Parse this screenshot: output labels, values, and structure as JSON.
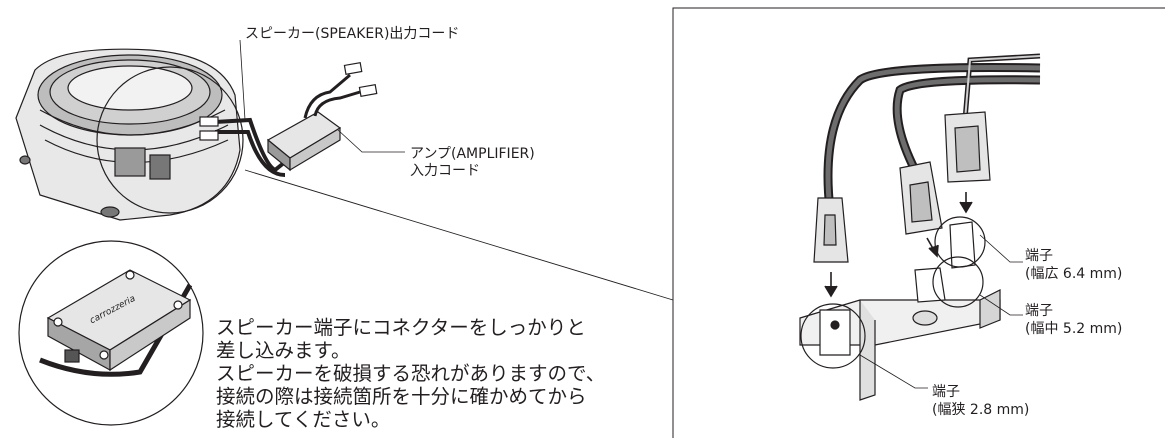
{
  "left_panel": {
    "speaker_output_label": "スピーカー(SPEAKER)出力コード",
    "amp_input_label": [
      "アンプ(AMPLIFIER)",
      "入力コード"
    ],
    "network_brand": "carrozzeria",
    "instruction": [
      "スピーカー端子にコネクターをしっかりと",
      "差し込みます。",
      "スピーカーを破損する恐れがありますので、",
      "接続の際は接続箇所を十分に確かめてから",
      "接続してください。"
    ]
  },
  "right_panel": {
    "terminal_wide": [
      "端子",
      "(幅広 6.4 mm)"
    ],
    "terminal_medium": [
      "端子",
      "(幅中 5.2 mm)"
    ],
    "terminal_narrow": [
      "端子",
      "(幅狭 2.8 mm)"
    ]
  },
  "colors": {
    "line": "#231f20",
    "grey_light": "#d9d9d9",
    "grey_mid": "#a6a6a6",
    "grey_dark": "#6d6d6d"
  }
}
